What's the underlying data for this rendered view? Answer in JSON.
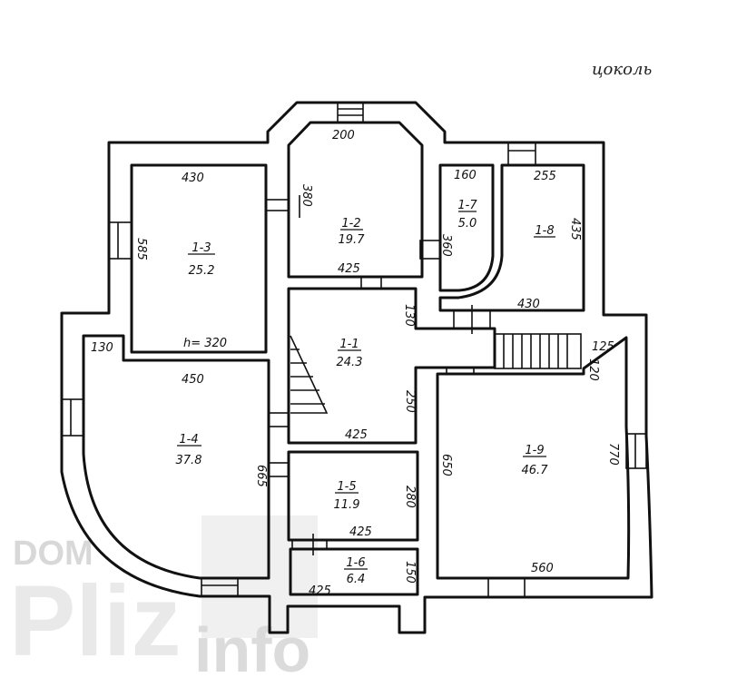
{
  "title": "цоколь",
  "height_note": "h= 320",
  "rooms": [
    {
      "id": "1-1",
      "area": "24.3"
    },
    {
      "id": "1-2",
      "area": "19.7"
    },
    {
      "id": "1-3",
      "area": "25.2"
    },
    {
      "id": "1-4",
      "area": "37.8"
    },
    {
      "id": "1-5",
      "area": "11.9"
    },
    {
      "id": "1-6",
      "area": "6.4"
    },
    {
      "id": "1-7",
      "area": "5.0"
    },
    {
      "id": "1-8",
      "area": ""
    },
    {
      "id": "1-9",
      "area": "46.7"
    }
  ],
  "dimensions": [
    "430",
    "585",
    "200",
    "380",
    "425",
    "160",
    "360",
    "255",
    "435",
    "430",
    "130",
    "130",
    "450",
    "425",
    "250",
    "125",
    "120",
    "665",
    "280",
    "425",
    "150",
    "425",
    "650",
    "770",
    "560"
  ],
  "watermark": {
    "line1": "DOM",
    "line2": "Pliz",
    "line3": "info"
  }
}
